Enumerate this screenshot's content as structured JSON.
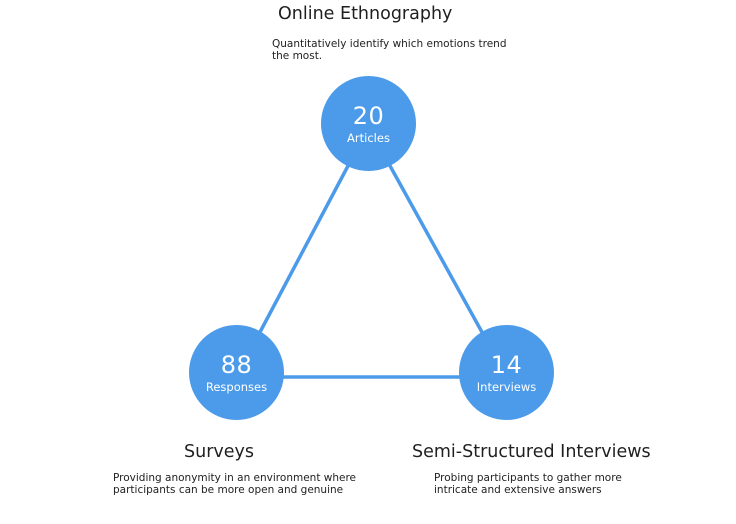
{
  "colors": {
    "node_fill": "#4b9bea",
    "link_stroke": "#4b9bea",
    "node_text": "#ffffff",
    "label_text": "#1f1f1f"
  },
  "nodes": {
    "top": {
      "title": "Online Ethnography",
      "description": "Quantitatively identify which emotions trend the most.",
      "count": "20",
      "unit": "Articles"
    },
    "left": {
      "title": "Surveys",
      "description": "Providing anonymity in an environment where participants can be more open and genuine",
      "count": "88",
      "unit": "Responses"
    },
    "right": {
      "title": "Semi-Structured Interviews",
      "description": "Probing participants to gather more intricate and extensive answers",
      "count": "14",
      "unit": "Interviews"
    }
  }
}
